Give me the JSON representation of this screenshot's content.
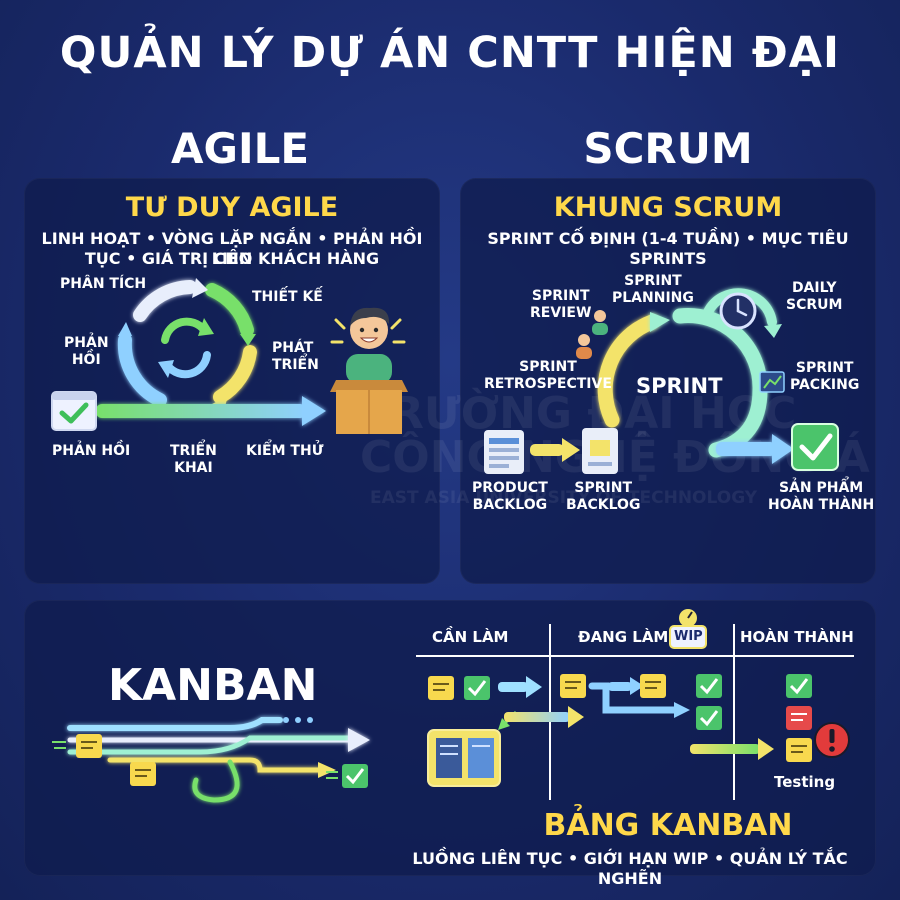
{
  "title": "QUẢN LÝ DỰ ÁN CNTT HIỆN ĐẠI",
  "agile": {
    "heading": "AGILE",
    "panel_title": "TƯ DUY AGILE",
    "subtitle_line1": "LINH HOẠT • VÒNG LẶP NGẮN • PHẢN HỒI LIÊN",
    "subtitle_line2": "TỤC • GIÁ TRỊ CHO KHÁCH HÀNG",
    "labels": {
      "analysis": "PHÂN TÍCH",
      "design": "THIẾT KẾ",
      "develop_1": "PHÁT",
      "develop_2": "TRIỂN",
      "feedback_loop_1": "PHẢN",
      "feedback_loop_2": "HỒI",
      "feedback": "PHẢN HỒI",
      "deploy_1": "TRIỂN",
      "deploy_2": "KHAI",
      "test": "KIỂM THỬ"
    },
    "colors": {
      "blue": "#8fd0ff",
      "green": "#78e06a",
      "yellow": "#f3e36a",
      "white": "#e8eefc"
    }
  },
  "scrum": {
    "heading": "SCRUM",
    "panel_title": "KHUNG SCRUM",
    "subtitle": "SPRINT CỐ ĐỊNH (1-4 TUẦN) • MỤC TIÊU SPRINTS",
    "labels": {
      "planning_1": "SPRINT",
      "planning_2": "PLANNING",
      "review_1": "SPRINT",
      "review_2": "REVIEW",
      "daily_1": "DAILY",
      "daily_2": "SCRUM",
      "retro_1": "SPRINT",
      "retro_2": "RETROSPECTIVE",
      "sprint": "SPRINT",
      "packing_1": "SPRINT",
      "packing_2": "PACKING",
      "product_backlog_1": "PRODUCT",
      "product_backlog_2": "BACKLOG",
      "sprint_backlog_1": "SPRINT",
      "sprint_backlog_2": "BACKLOG",
      "done_1": "SẢN PHẨM",
      "done_2": "HOÀN THÀNH"
    }
  },
  "kanban": {
    "heading": "KANBAN",
    "columns": [
      "CẦN LÀM",
      "ĐANG LÀM",
      "HOÀN THÀNH"
    ],
    "wip": "WIP",
    "testing": "Testing",
    "panel_title": "BẢNG KANBAN",
    "subtitle": "LUỒNG LIÊN TỤC • GIỚI HẠN WIP • QUẢN LÝ TẮC NGHẼN"
  },
  "watermark": {
    "line1": "TRƯỜNG ĐẠI HỌC",
    "line2": "CÔNG NGHỆ ĐÔNG Á",
    "line3": "EAST ASIA UNIVERSITY OF TECHNOLOGY"
  }
}
